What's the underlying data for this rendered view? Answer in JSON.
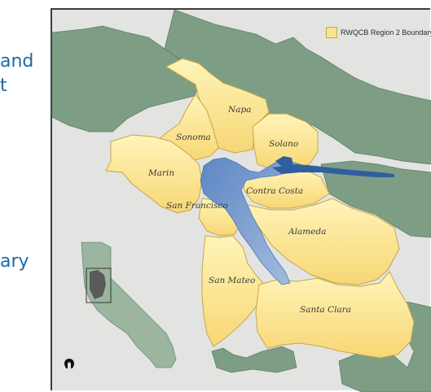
{
  "side_text": {
    "line1": "and",
    "line2": "t",
    "line3": "ary"
  },
  "legend": {
    "label": "RWQCB Region 2 Boundary",
    "fill_color": "#fbe58a",
    "border_color": "#c7a54a"
  },
  "counties": {
    "napa": "Napa",
    "sonoma": "Sonoma",
    "solano": "Solano",
    "marin": "Marin",
    "contra_costa": "Contra Costa",
    "san_francisco": "San Francisco",
    "alameda": "Alameda",
    "san_mateo": "San Mateo",
    "santa_clara": "Santa Clara"
  },
  "colors": {
    "region_fill": "#fbe58a",
    "outside_land": "#7d9e85",
    "bay_water": "#7f9fcd",
    "background": "#e3e4e2",
    "inset_state": "#9bb59e",
    "inset_highlight": "#5a5a5a"
  },
  "icons": {
    "north_arrow": "north-arrow-icon"
  }
}
